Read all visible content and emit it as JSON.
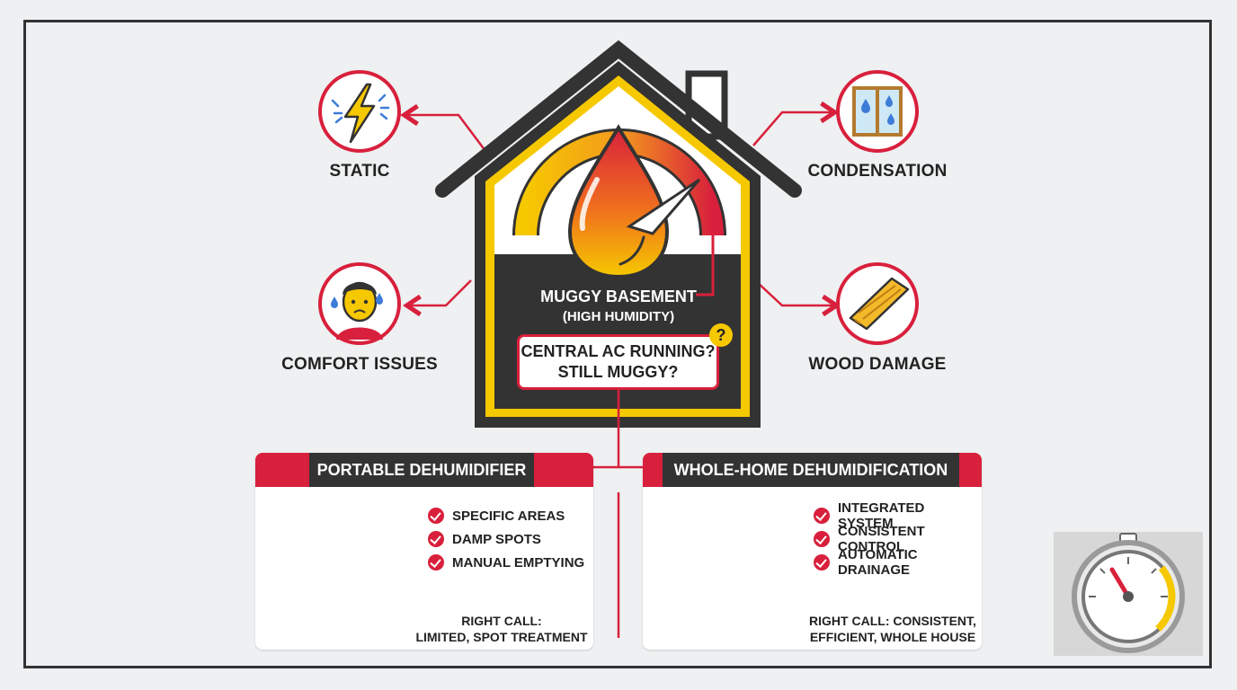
{
  "house": {
    "title": "MUGGY BASEMENT",
    "subtitle": "(HIGH HUMIDITY)",
    "question_line1": "CENTRAL AC RUNNING?",
    "question_line2": "STILL MUGGY?",
    "question_mark": "?"
  },
  "effects": {
    "static": "STATIC",
    "condensation": "CONDENSATION",
    "comfort": "COMFORT ISSUES",
    "wood": "WOOD DAMAGE"
  },
  "portable": {
    "title": "PORTABLE DEHUMIDIFIER",
    "items": [
      "SPECIFIC AREAS",
      "DAMP SPOTS",
      "MANUAL EMPTYING"
    ],
    "verdict_line1": "RIGHT CALL:",
    "verdict_line2": "LIMITED, SPOT TREATMENT"
  },
  "whole": {
    "title": "WHOLE-HOME DEHUMIDIFICATION",
    "items": [
      "INTEGRATED SYSTEM",
      "CONSISTENT CONTROL",
      "AUTOMATIC DRAINAGE"
    ],
    "verdict_line1": "RIGHT CALL: CONSISTENT,",
    "verdict_line2": "EFFICIENT, WHOLE HOUSE"
  },
  "colors": {
    "red": "#d8203c",
    "yellow": "#f6c800",
    "dark": "#333333",
    "background": "#eef0f1"
  },
  "icons": {
    "static": "lightning-icon",
    "condensation": "window-droplets-icon",
    "comfort": "sweating-face-icon",
    "wood": "wood-plank-icon",
    "house": "water-drop-gauge-icon",
    "corner": "stopwatch-gauge-icon"
  }
}
